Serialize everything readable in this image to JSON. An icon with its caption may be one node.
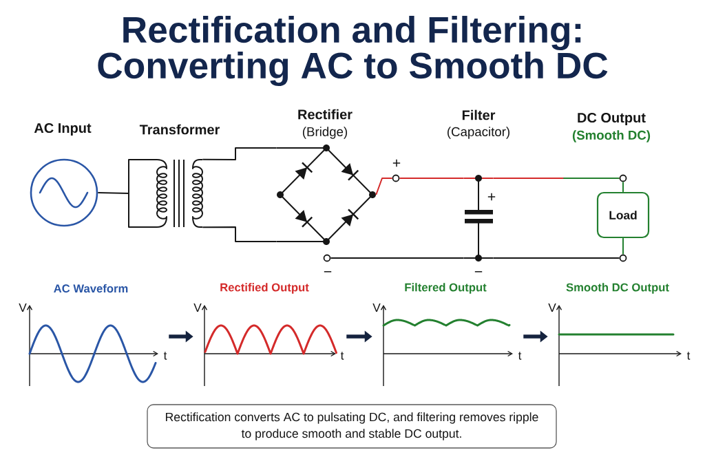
{
  "diagram": {
    "title": "Rectification and Filtering: Converting AC to Smooth DC",
    "nodes": [
      {
        "text": [
          "AC Input"
        ]
      },
      {
        "text": [
          "Transformer"
        ]
      },
      {
        "text": [
          "Rectifier",
          "(Bridge)"
        ]
      },
      {
        "text": [],
        "shape": "circle",
        "beside": [
          "+"
        ]
      },
      {
        "text": [
          "Filter",
          "(Capacitor)"
        ]
      },
      {
        "text": [],
        "shape": "circle"
      },
      {
        "text": [
          "Load"
        ]
      },
      {
        "text": [],
        "shape": "circle",
        "beside": [
          "−"
        ]
      },
      {
        "text": [],
        "shape": "circle"
      },
      {
        "text": [
          "AC Waveform",
          "V",
          "t"
        ]
      },
      {
        "text": [
          "Rectified Output",
          "V",
          "t"
        ]
      },
      {
        "text": [
          "Filtered Output",
          "V",
          "t"
        ]
      },
      {
        "text": [
          "Smooth DC Output",
          "V",
          "t"
        ]
      }
    ],
    "edges": [
      {
        "from": 0,
        "to": 1,
        "arrow": "none"
      },
      {
        "from": 1,
        "to": 2,
        "arrow": "none"
      },
      {
        "from": 1,
        "to": 2,
        "arrow": "none"
      },
      {
        "from": 2,
        "to": 3,
        "arrow": "none",
        "color": "#d42a2a"
      },
      {
        "from": 3,
        "to": 4,
        "arrow": "none",
        "color": "#d42a2a"
      },
      {
        "from": 4,
        "to": 5,
        "arrow": "none",
        "color": "#d42a2a"
      },
      {
        "from": 5,
        "to": 6,
        "arrow": "none",
        "color": "#23802f"
      },
      {
        "from": 7,
        "to": 4,
        "arrow": "none"
      },
      {
        "from": 4,
        "to": 8,
        "arrow": "none"
      },
      {
        "from": 8,
        "to": 6,
        "arrow": "none",
        "color": "#23802f"
      },
      {
        "from": 9,
        "to": 10,
        "arrow": "to",
        "style": "thick",
        "color": "#15233f"
      },
      {
        "from": 10,
        "to": 11,
        "arrow": "to",
        "style": "thick",
        "color": "#15233f"
      },
      {
        "from": 11,
        "to": 12,
        "arrow": "to",
        "style": "thick",
        "color": "#15233f"
      }
    ],
    "labels": [
      "DC Output",
      "(Smooth DC)",
      "+",
      "−"
    ],
    "caption": "Rectification converts AC to pulsating DC, and filtering removes ripple to produce smooth and stable DC output."
  }
}
